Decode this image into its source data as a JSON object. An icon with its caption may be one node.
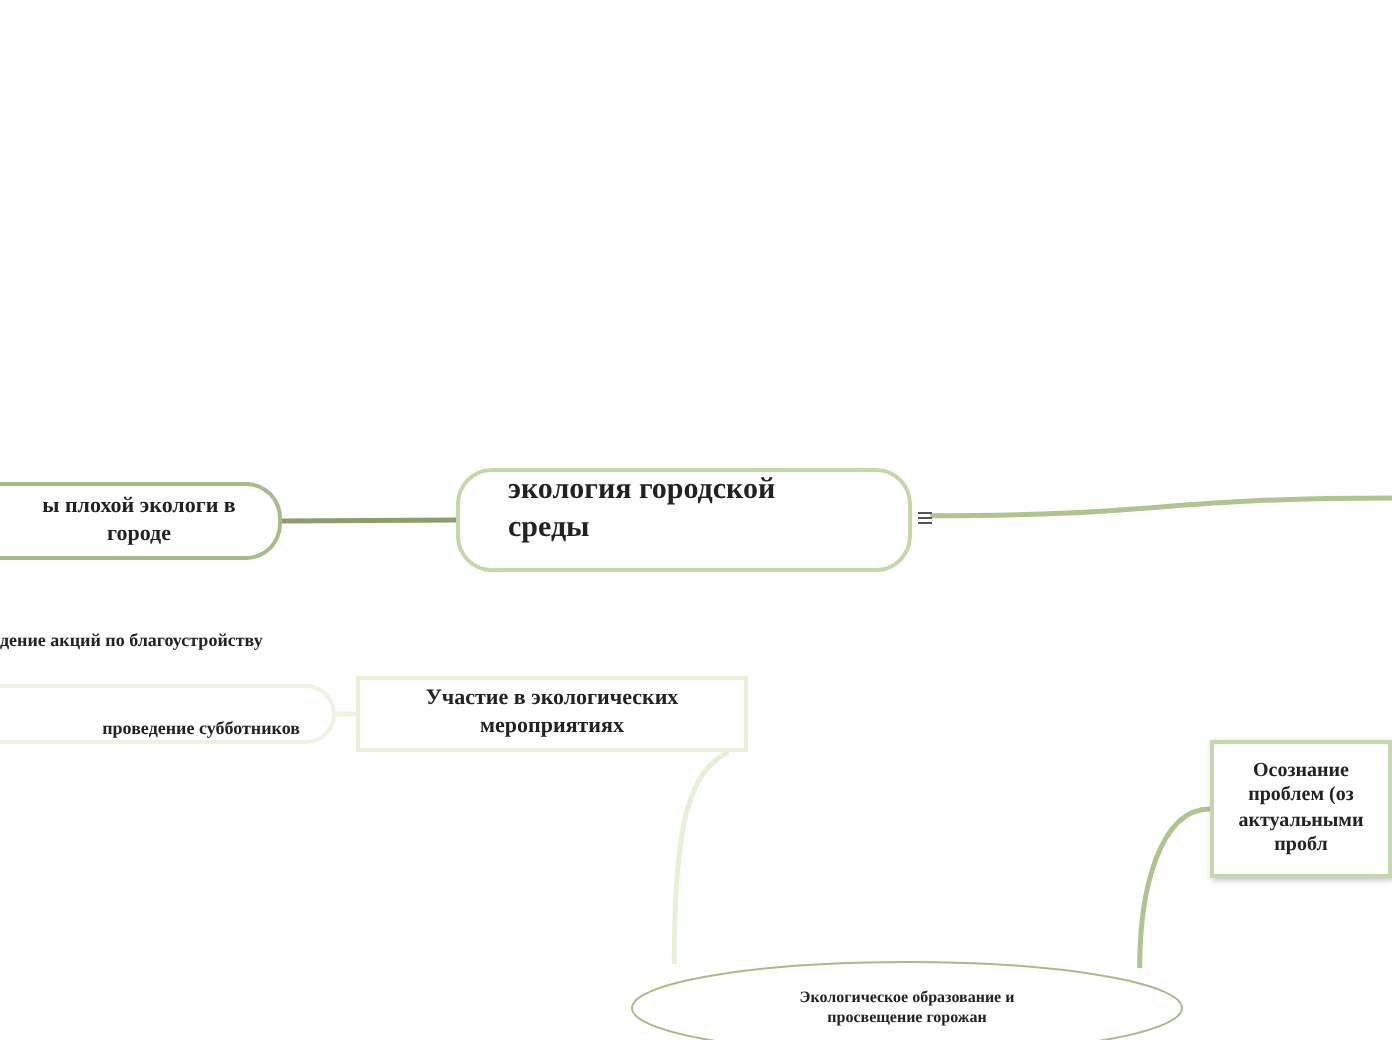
{
  "diagram": {
    "nodes": [
      {
        "text": [
          "экология городской среды"
        ]
      },
      {
        "text": [
          "ы плохой экологи в городе"
        ]
      },
      {
        "text": [
          "Участие в экологических мероприятиях"
        ]
      },
      {
        "text": [
          "проведение субботников"
        ]
      },
      {
        "text": [
          "дение акций по благоустройству"
        ]
      },
      {
        "text": [
          "Экологическое образование и просвещение горожан"
        ]
      },
      {
        "text": [
          "Осознание проблем (оз актуальными пробл"
        ]
      }
    ],
    "edges": [
      {
        "from": 0,
        "to": 1,
        "arrow": "none",
        "color": "#8c9c6c"
      },
      {
        "from": 0,
        "to": null,
        "arrow": "none"
      },
      {
        "from": 2,
        "to": 3,
        "arrow": "none",
        "color": "#eef3e2"
      },
      {
        "from": 2,
        "to": 5,
        "arrow": "none",
        "color": "#e6efd8"
      },
      {
        "from": 5,
        "to": 6,
        "arrow": "none"
      }
    ]
  }
}
